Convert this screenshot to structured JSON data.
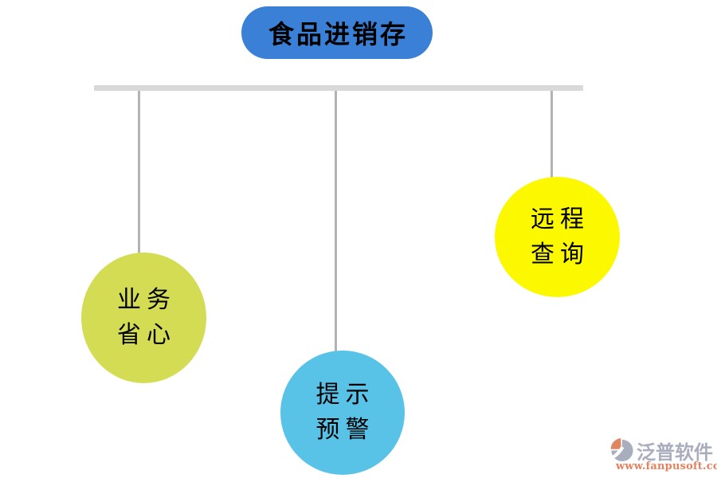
{
  "root": {
    "label": "食品进销存",
    "fill": "#3a80d7",
    "text_color": "#000000"
  },
  "connectors": {
    "bar_color": "#d9d9d9",
    "line_color": "#b3b3b3"
  },
  "nodes": [
    {
      "id": "business",
      "lines": [
        "业务",
        "省心"
      ],
      "fill": "#d3dc52"
    },
    {
      "id": "alert",
      "lines": [
        "提示",
        "预警"
      ],
      "fill": "#59c2e7"
    },
    {
      "id": "remote",
      "lines": [
        "远程",
        "查询"
      ],
      "fill": "#fcf800"
    }
  ],
  "watermark": {
    "brand": "泛普软件",
    "url": "www.fanpusoft.com",
    "brand_color": "#a9aebe",
    "url_color": "#e5805f",
    "icon": "fanpu-swirl-logo",
    "icon_orange": "#de8660",
    "icon_gray": "#a9aebe",
    "icon_white": "#ffffff"
  }
}
